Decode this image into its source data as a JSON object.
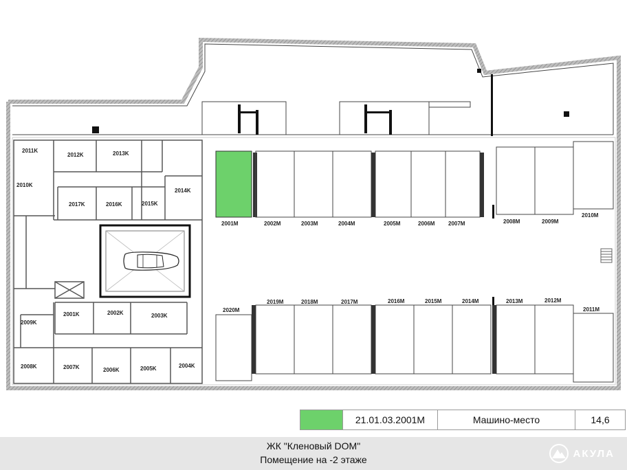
{
  "plan": {
    "highlight_color": "#6dd16b",
    "rooms_k": [
      "2011K",
      "2012K",
      "2013K",
      "2010K",
      "2014K",
      "2017K",
      "2016K",
      "2015K",
      "2001K",
      "2002K",
      "2003K",
      "2009K",
      "2008K",
      "2007K",
      "2006K",
      "2005K",
      "2004K"
    ],
    "spots_top": [
      "2001M",
      "2002M",
      "2003M",
      "2004M",
      "2005M",
      "2006M",
      "2007M",
      "2008M",
      "2009M",
      "2010M"
    ],
    "spots_bottom": [
      "2020M",
      "2019M",
      "2018M",
      "2017M",
      "2016M",
      "2015M",
      "2014M",
      "2013M",
      "2012M",
      "2011M"
    ],
    "selected_spot": "2001M"
  },
  "legend": {
    "color": "#6dd16b",
    "code": "21.01.03.2001M",
    "type": "Машино-место",
    "area": "14,6"
  },
  "footer": {
    "line1": "ЖК \"Кленовый DOM\"",
    "line2": "Помещение на -2 этаже",
    "logo_text": "АКУЛА",
    "background": "#e6e6e6"
  }
}
